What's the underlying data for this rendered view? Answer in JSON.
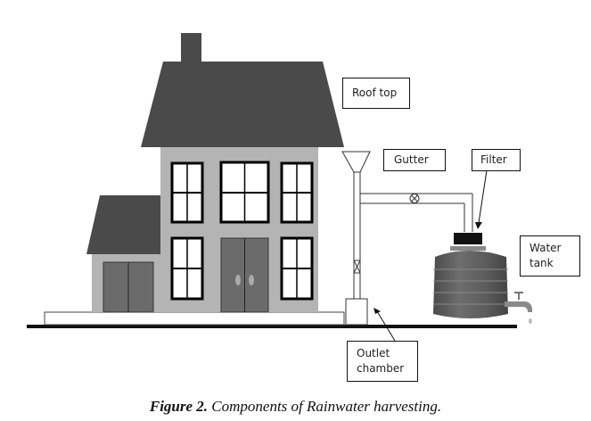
{
  "labels": {
    "roof_top": "Roof top",
    "gutter": "Gutter",
    "filter": "Filter",
    "water_tank_line1": "Water",
    "water_tank_line2": "tank",
    "outlet_chamber_line1": "Outlet",
    "outlet_chamber_line2": "chamber"
  },
  "caption": {
    "prefix": "Figure 2.",
    "text": " Components of Rainwater harvesting."
  },
  "colors": {
    "roof": "#4a4a4a",
    "wall": "#b4b4b4",
    "door": "#6b6b6b",
    "tank": "#5a5a5a"
  }
}
